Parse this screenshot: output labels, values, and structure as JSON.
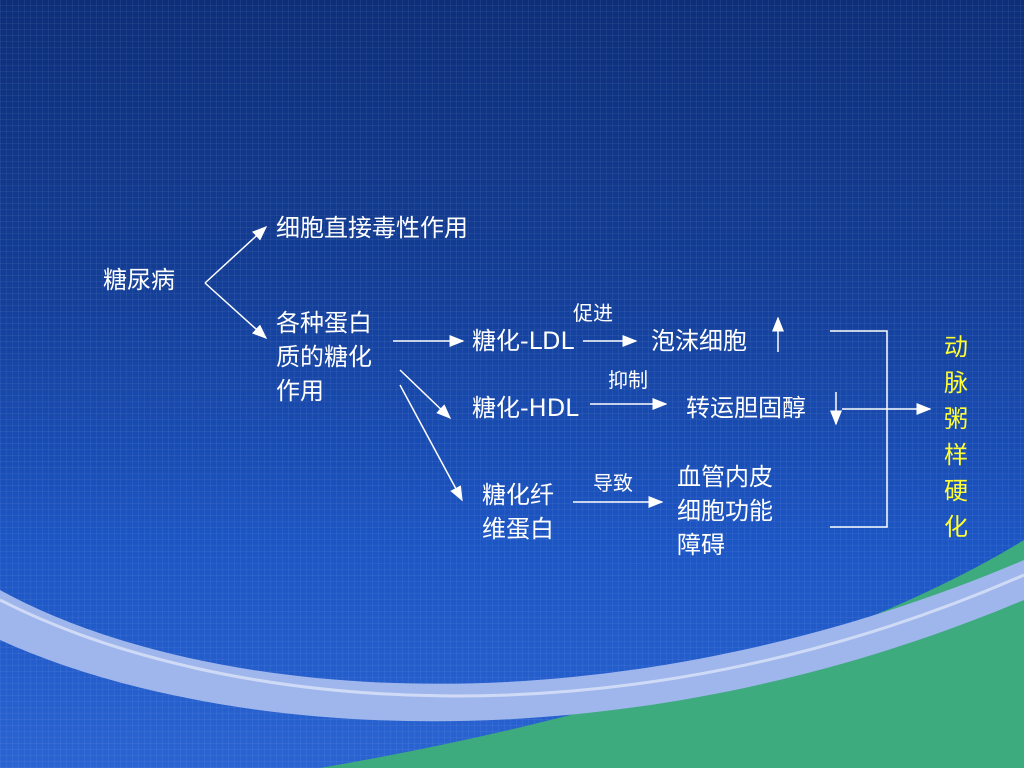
{
  "nodes": {
    "diabetes": "糖尿病",
    "direct_toxicity": "细胞直接毒性作用",
    "glycation": "各种蛋白\n质的糖化\n作用",
    "glyc_ldl": "糖化-LDL",
    "glyc_hdl": "糖化-HDL",
    "glyc_fiber": "糖化纤\n维蛋白",
    "foam_cell": "泡沫细胞",
    "cholesterol_transport": "转运胆固醇",
    "endothelial": "血管内皮\n细胞功能\n障碍",
    "atherosclerosis": "动脉粥样硬化"
  },
  "edge_labels": {
    "promote": "促进",
    "inhibit": "抑制",
    "lead_to": "导致"
  },
  "indicators": {
    "up": "↑",
    "down": "↓"
  },
  "colors": {
    "text": "#ffffff",
    "highlight": "#ffff33"
  }
}
